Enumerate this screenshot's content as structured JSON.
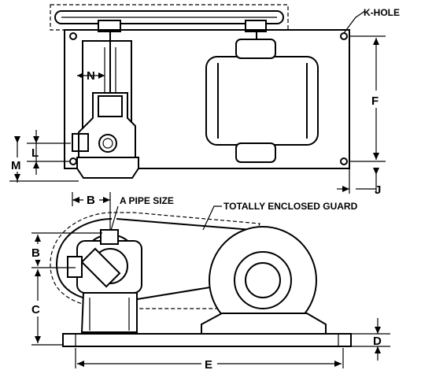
{
  "labels": {
    "k_hole": "K-HOLE",
    "n": "N",
    "f": "F",
    "l": "L",
    "m": "M",
    "b_top": "B",
    "a_pipe_size": "A PIPE SIZE",
    "totally_enclosed_guard": "TOTALLY  ENCLOSED  GUARD",
    "j": "J",
    "b_side": "B",
    "c": "C",
    "d": "D",
    "e": "E"
  }
}
